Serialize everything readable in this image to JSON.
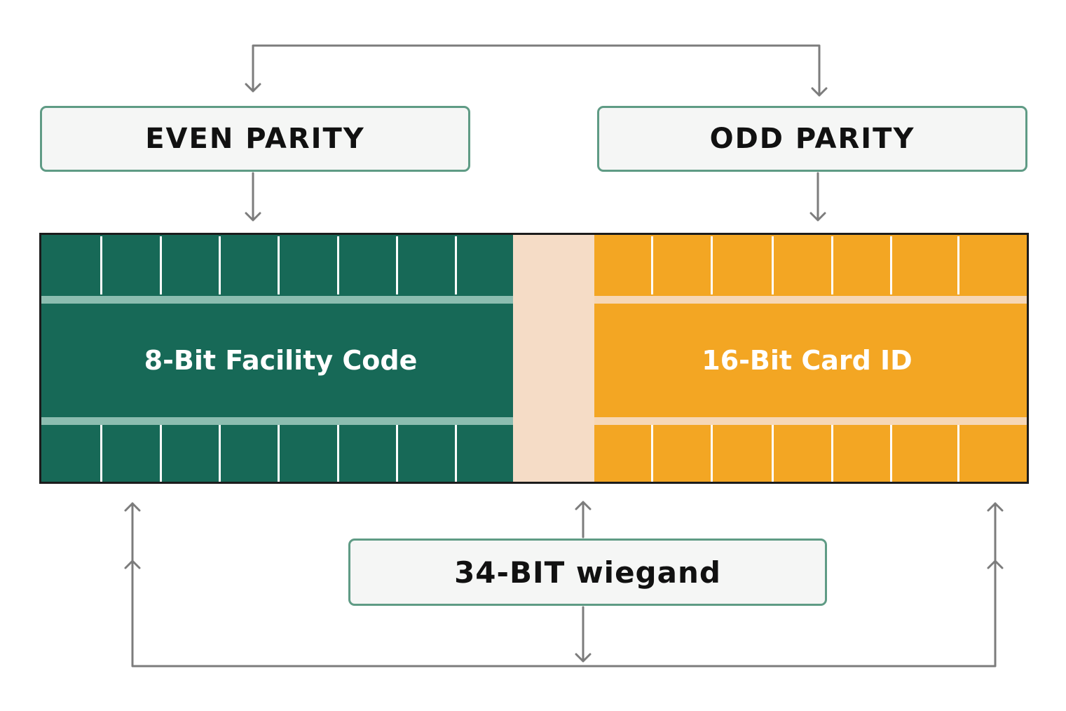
{
  "parity": {
    "even_label": "EVEN PARITY",
    "odd_label": "ODD PARITY"
  },
  "fields": {
    "facility_label": "8-Bit Facility Code",
    "card_label": "16-Bit Card ID"
  },
  "format": {
    "label": "34-BIT wiegand"
  },
  "colors": {
    "facility": "#176957",
    "card": "#f3a623",
    "gap": "#f5dcc6",
    "box_border": "#5f9b85",
    "connector": "#7c7c7c"
  }
}
